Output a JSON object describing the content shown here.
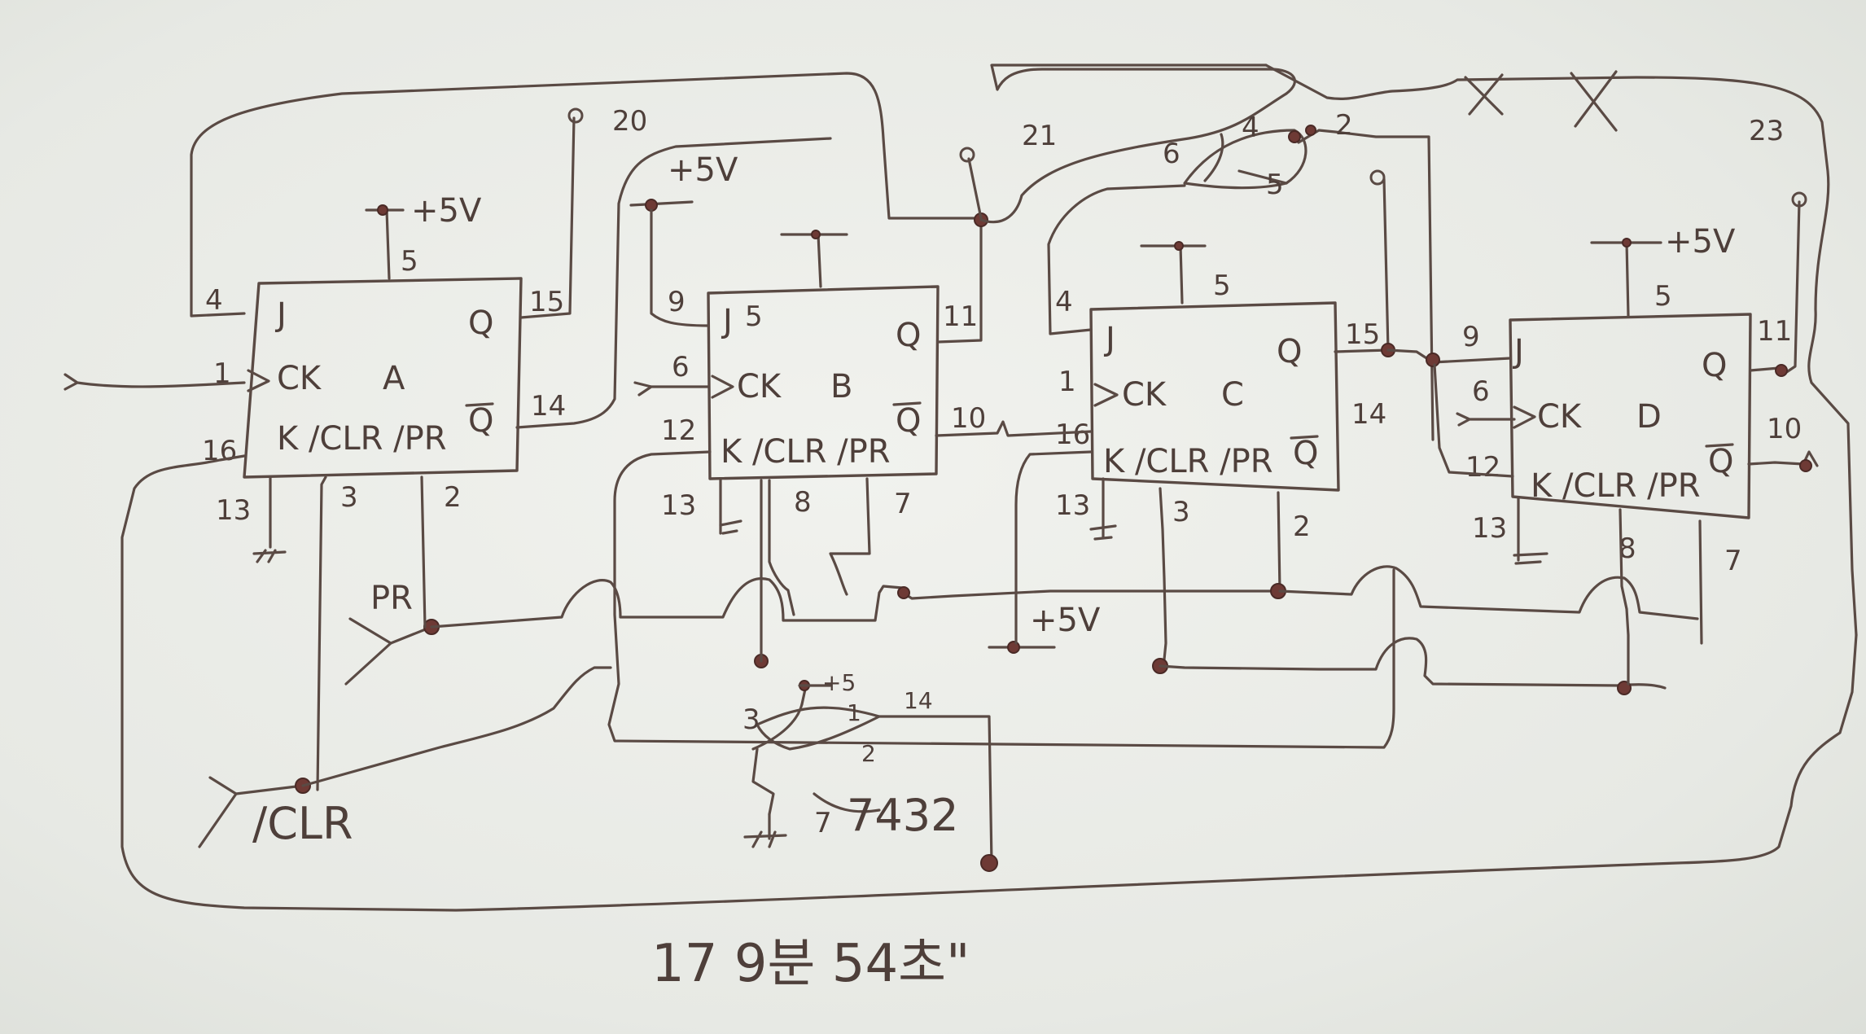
{
  "flipflops": [
    {
      "id": "a",
      "ck_label": "CK",
      "name": "A",
      "q": "Q",
      "qbar": "Q",
      "k_row": "K /CLR /PR",
      "pins": {
        "j": "4",
        "ck": "1",
        "k": "16",
        "q": "15",
        "qbar": "14",
        "vcc": "5",
        "gnd": "13",
        "clr": "3",
        "pr": "2"
      }
    },
    {
      "id": "b",
      "ck_label": "CK",
      "name": "B",
      "q": "Q",
      "qbar": "Q",
      "k_row": "K /CLR /PR",
      "pins": {
        "j": "9",
        "ck": "6",
        "k": "12",
        "q": "11",
        "qbar": "10",
        "vcc": "5",
        "gnd": "13",
        "clr": "8",
        "pr": "7"
      }
    },
    {
      "id": "c",
      "ck_label": "CK",
      "name": "C",
      "q": "Q",
      "qbar": "Q",
      "k_row": "K /CLR /PR",
      "pins": {
        "j": "4",
        "ck": "1",
        "k": "16",
        "q": "15",
        "qbar": "14",
        "vcc": "5",
        "gnd": "13",
        "clr": "3",
        "pr": "2"
      }
    },
    {
      "id": "d",
      "ck_label": "CK",
      "name": "D",
      "q": "Q",
      "qbar": "Q",
      "k_row": "K /CLR /PR",
      "pins": {
        "j": "9",
        "ck": "6",
        "k": "12",
        "q": "11",
        "qbar": "10",
        "vcc": "5",
        "gnd": "13",
        "clr": "8",
        "pr": "7"
      }
    }
  ],
  "supply_labels": [
    "+5V",
    "+5V",
    "+5V",
    "+5V"
  ],
  "inputs": {
    "pr": "PR",
    "clr": "/CLR"
  },
  "test_points": [
    "20",
    "21",
    "23"
  ],
  "or_gate_top": {
    "pins": [
      "6",
      "4",
      "5",
      "2"
    ]
  },
  "or_gate_bottom": {
    "chip": "7432",
    "pins": [
      "3",
      "1",
      "2",
      "7"
    ],
    "vcc": "+5",
    "vcc_pin": "14"
  },
  "caption": "17 9분 54초\""
}
